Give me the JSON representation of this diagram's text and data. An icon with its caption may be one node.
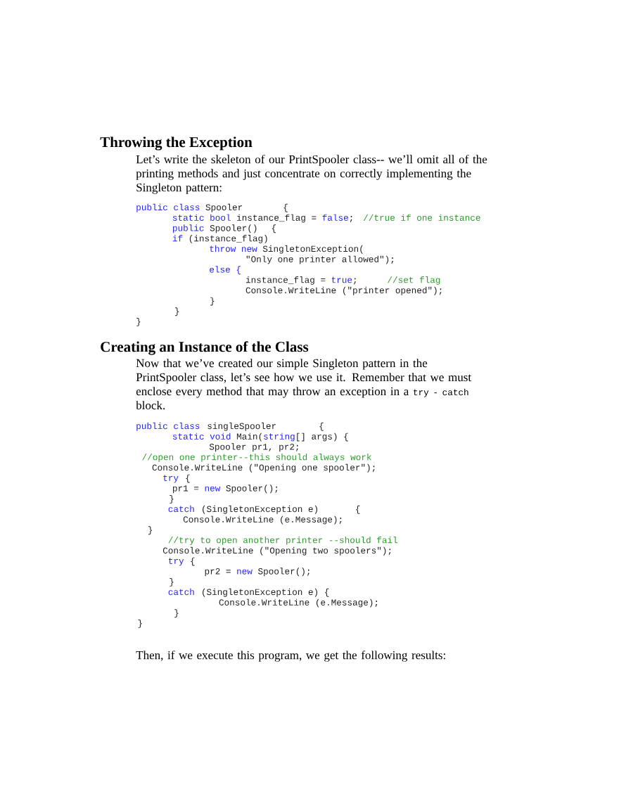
{
  "diagram": {
    "labels": [
      "Throwing the Exception",
      "Let’s write the skeleton of our PrintSpooler class-- we’ll omit all of the printing methods and just concentrate on correctly implementing the Singleton pattern:",
      "public class",
      "Spooler",
      "{",
      "static bool",
      "instance_flag =",
      "false",
      ";",
      "//true if one instance",
      "public",
      "Spooler()",
      "{",
      "if",
      "(instance_flag)",
      "throw new",
      "SingletonException(",
      "\"Only one printer allowed\");",
      "else {",
      "instance_flag =",
      "true",
      ";",
      "//set flag",
      "Console.WriteLine (\"printer opened\");",
      "}",
      "}",
      "}",
      "Creating an Instance of the Class",
      "Now that we’ve created our simple Singleton pattern in the PrintSpooler class, let’s see how we use it. Remember that we must enclose every method that may throw an exception in a",
      "try - catch",
      "block.",
      "public class",
      "singleSpooler",
      "{",
      "static void",
      "Main(",
      "string",
      "[] args) {",
      "Spooler pr1, pr2;",
      "//open one printer--this should always work",
      "Console.WriteLine (\"Opening one spooler\");",
      "try",
      "{",
      "pr1 =",
      "new",
      "Spooler();",
      "}",
      "catch",
      "(SingletonException e)",
      "{",
      "Console.WriteLine (e.Message);",
      "}",
      "//try to open another printer --should fail",
      "Console.WriteLine (\"Opening two spoolers\");",
      "try",
      "{",
      "pr2 =",
      "new",
      "Spooler();",
      "}",
      "catch",
      "(SingletonException e) {",
      "Console.WriteLine (e.Message);",
      "}",
      "}",
      "Then, if we execute this program, we get the following results:"
    ]
  }
}
